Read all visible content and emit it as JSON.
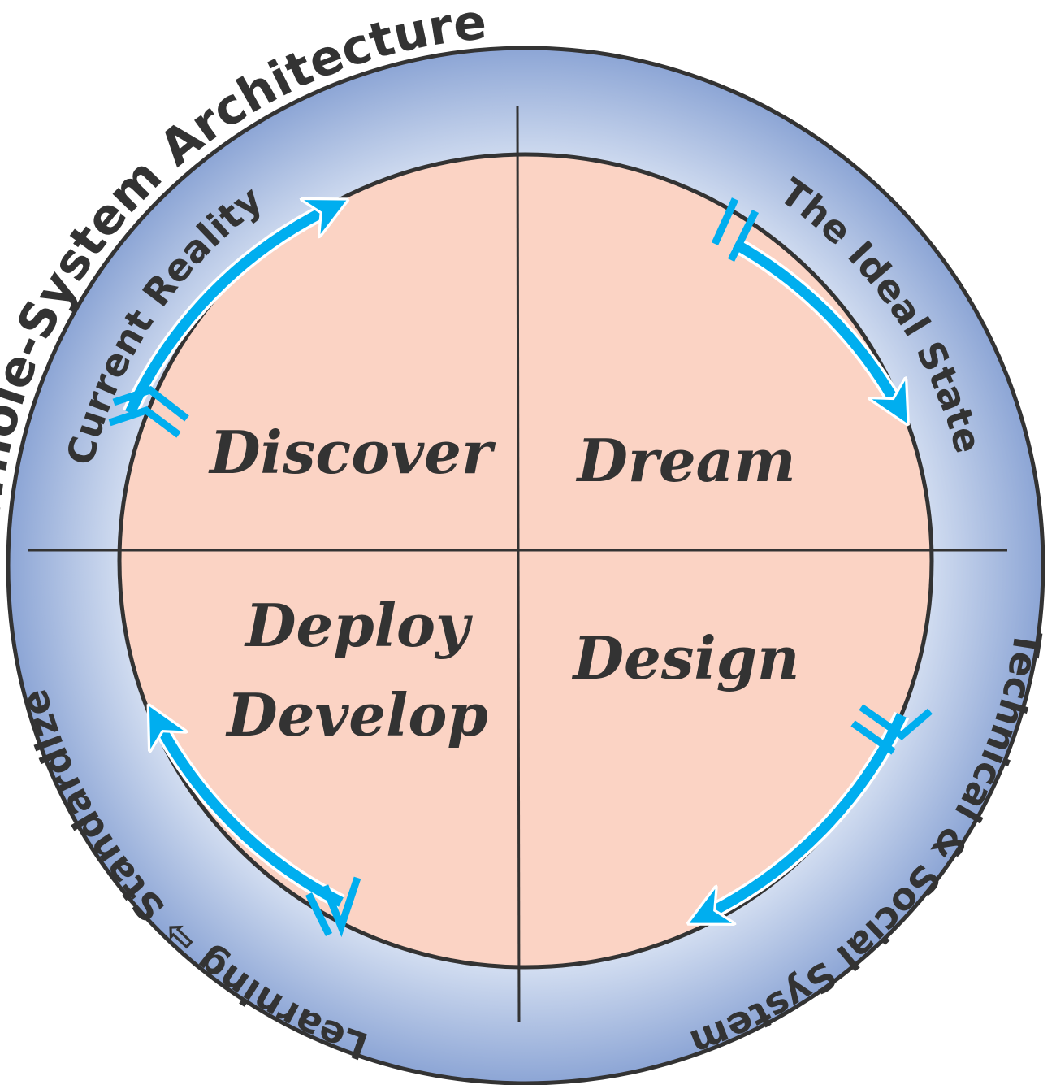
{
  "title": "Whole-System Architecture",
  "ring_labels": {
    "top_left": "Current Reality",
    "top_right": "The Ideal State",
    "bottom_right": "Technical & Social System",
    "bottom_left": "Learning ⇨ Standardize"
  },
  "quadrants": {
    "discover": "Discover",
    "dream": "Dream",
    "design": "Design",
    "deploy": "Deploy",
    "develop": "Develop"
  },
  "colors": {
    "arrow": "#00AEEF",
    "inner_fill": "#FBD3C4",
    "ring_outer": "#8CA5D5",
    "ring_inner": "#D6E0F2",
    "stroke": "#333333"
  }
}
